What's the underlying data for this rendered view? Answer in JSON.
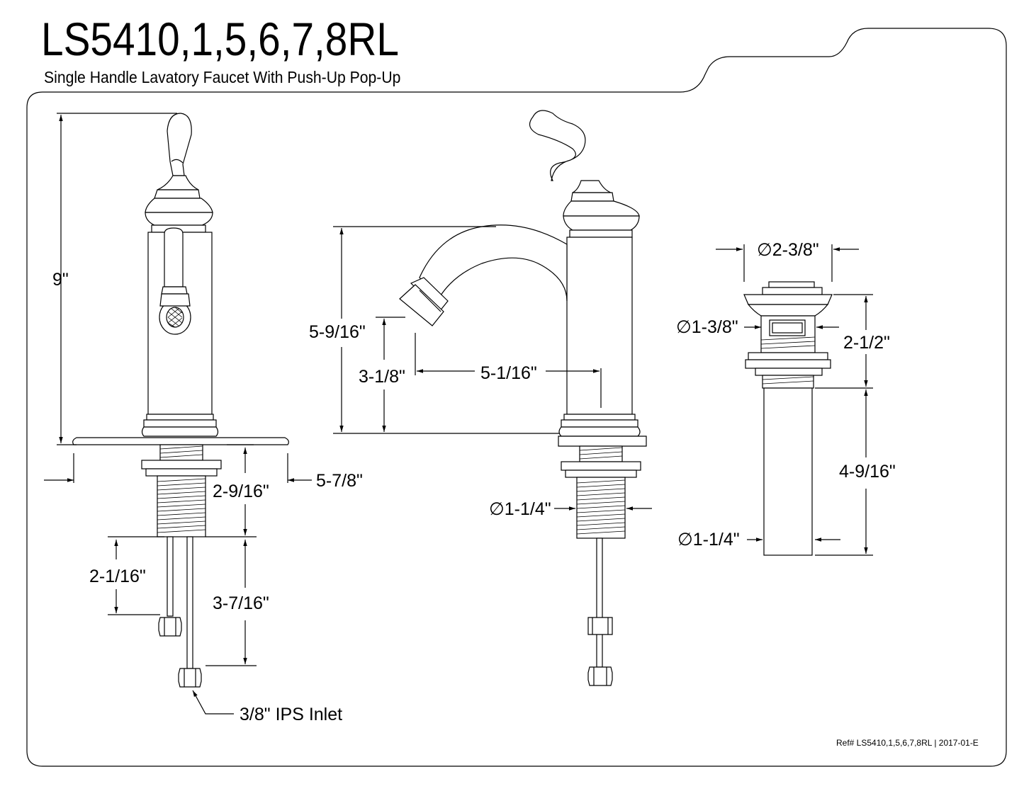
{
  "header": {
    "model": "LS5410,1,5,6,7,8RL",
    "description": "Single Handle Lavatory Faucet With Push-Up Pop-Up"
  },
  "dimensions": {
    "overall_height": "9\"",
    "plate_width": "5-7/8\"",
    "shank_length": "2-9/16\"",
    "supply_offset": "2-1/16\"",
    "supply_length": "3-7/16\"",
    "inlet": "3/8\" IPS Inlet",
    "spout_height": "5-9/16\"",
    "aerator_height": "3-1/8\"",
    "spout_reach": "5-1/16\"",
    "shank_diameter": "∅1-1/4\"",
    "drain_cap_diameter": "∅2-3/8\"",
    "drain_flange_diameter": "∅1-3/8\"",
    "drain_body_height": "2-1/2\"",
    "drain_tail_length": "4-9/16\"",
    "drain_tail_diameter": "∅1-1/4\""
  },
  "footer": {
    "reference": "Ref# LS5410,1,5,6,7,8RL | 2017-01-E"
  }
}
